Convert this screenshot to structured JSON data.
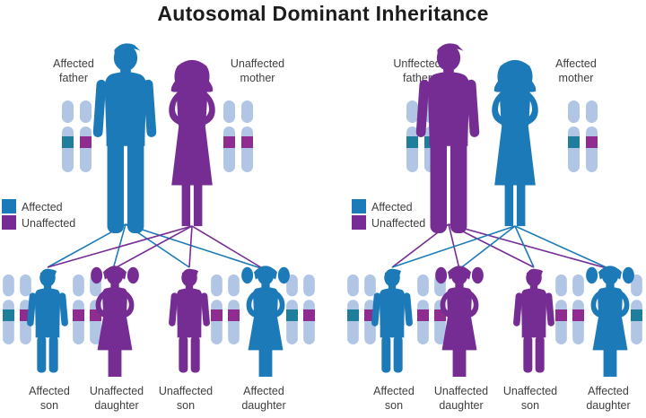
{
  "title": "Autosomal Dominant Inheritance",
  "colors": {
    "affected": "#1b7ab7",
    "unaffected": "#762d93",
    "chromosome_body": "#b0c6e4",
    "band_affected": "#1f7e9c",
    "band_unaffected": "#8e2c90"
  },
  "legend": {
    "affected": "Affected",
    "unaffected": "Unaffected"
  },
  "panels": [
    {
      "side": "left",
      "father": {
        "label": "Affected\nfather",
        "status": "affected",
        "color": "#1b7ab7",
        "bands": [
          "#1f7e9c",
          "#8e2c90"
        ]
      },
      "mother": {
        "label": "Unaffected\nmother",
        "status": "unaffected",
        "color": "#762d93",
        "bands": [
          "#8e2c90",
          "#8e2c90"
        ]
      },
      "children": [
        {
          "label": "Affected\nson",
          "status": "affected",
          "color": "#1b7ab7",
          "bands": [
            "#1f7e9c",
            "#8e2c90"
          ]
        },
        {
          "label": "Unaffected\ndaughter",
          "status": "unaffected",
          "color": "#762d93",
          "bands": [
            "#8e2c90",
            "#8e2c90"
          ]
        },
        {
          "label": "Unaffected\nson",
          "status": "unaffected",
          "color": "#762d93",
          "bands": [
            "#8e2c90",
            "#8e2c90"
          ]
        },
        {
          "label": "Affected\ndaughter",
          "status": "affected",
          "color": "#1b7ab7",
          "bands": [
            "#1f7e9c",
            "#8e2c90"
          ]
        }
      ]
    },
    {
      "side": "right",
      "father": {
        "label": "Unffected\nfather",
        "status": "unaffected",
        "color": "#762d93",
        "bands": [
          "#1f7e9c",
          "#1f7e9c"
        ]
      },
      "mother": {
        "label": "Affected\nmother",
        "status": "affected",
        "color": "#1b7ab7",
        "bands": [
          "#1f7e9c",
          "#8e2c90"
        ]
      },
      "children": [
        {
          "label": "Affected\nson",
          "status": "affected",
          "color": "#1b7ab7",
          "bands": [
            "#1f7e9c",
            "#8e2c90"
          ]
        },
        {
          "label": "Unaffected\ndaughter",
          "status": "unaffected",
          "color": "#762d93",
          "bands": [
            "#8e2c90",
            "#8e2c90"
          ]
        },
        {
          "label": "Unaffected\nson",
          "status": "unaffected",
          "color": "#762d93",
          "bands": [
            "#8e2c90",
            "#8e2c90"
          ]
        },
        {
          "label": "Affected\ndaughter",
          "status": "affected",
          "color": "#1b7ab7",
          "bands": [
            "#1f7e9c",
            "#8e2c90"
          ]
        }
      ]
    }
  ]
}
